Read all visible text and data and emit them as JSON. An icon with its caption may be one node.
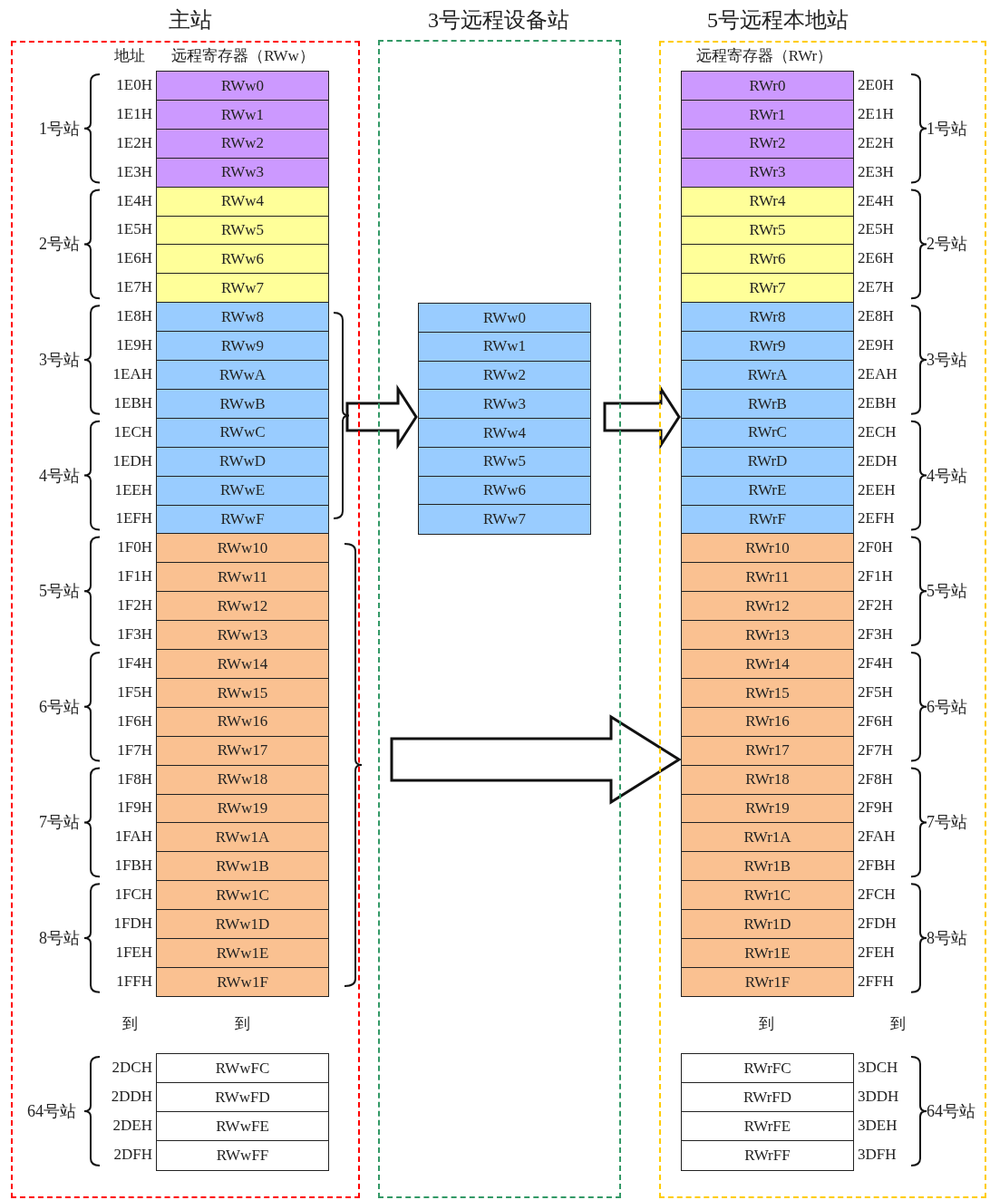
{
  "diagram": {
    "nodes": [
      {
        "text": [
          "主站"
        ]
      },
      {
        "text": [
          "RWw0"
        ],
        "in": 0,
        "beside": [
          "1E0H"
        ]
      },
      {
        "text": [
          "RWw1"
        ],
        "in": 0,
        "beside": [
          "1E1H"
        ]
      },
      {
        "text": [
          "RWw2"
        ],
        "in": 0,
        "beside": [
          "1E2H"
        ]
      },
      {
        "text": [
          "RWw3"
        ],
        "in": 0,
        "beside": [
          "1E3H"
        ]
      },
      {
        "text": [
          "RWw4"
        ],
        "in": 0,
        "beside": [
          "1E4H"
        ]
      },
      {
        "text": [
          "RWw5"
        ],
        "in": 0,
        "beside": [
          "1E5H"
        ]
      },
      {
        "text": [
          "RWw6"
        ],
        "in": 0,
        "beside": [
          "1E6H"
        ]
      },
      {
        "text": [
          "RWw7"
        ],
        "in": 0,
        "beside": [
          "1E7H"
        ]
      },
      {
        "text": [
          "RWw8"
        ],
        "in": 0,
        "beside": [
          "1E8H"
        ]
      },
      {
        "text": [
          "RWw9"
        ],
        "in": 0,
        "beside": [
          "1E9H"
        ]
      },
      {
        "text": [
          "RWwA"
        ],
        "in": 0,
        "beside": [
          "1EAH"
        ]
      },
      {
        "text": [
          "RWwB"
        ],
        "in": 0,
        "beside": [
          "1EBH"
        ]
      },
      {
        "text": [
          "RWwC"
        ],
        "in": 0,
        "beside": [
          "1ECH"
        ]
      },
      {
        "text": [
          "RWwD"
        ],
        "in": 0,
        "beside": [
          "1EDH"
        ]
      },
      {
        "text": [
          "RWwE"
        ],
        "in": 0,
        "beside": [
          "1EEH"
        ]
      },
      {
        "text": [
          "RWwF"
        ],
        "in": 0,
        "beside": [
          "1EFH"
        ]
      },
      {
        "text": [
          "RWw10"
        ],
        "in": 0,
        "beside": [
          "1F0H"
        ]
      },
      {
        "text": [
          "RWw11"
        ],
        "in": 0,
        "beside": [
          "1F1H"
        ]
      },
      {
        "text": [
          "RWw12"
        ],
        "in": 0,
        "beside": [
          "1F2H"
        ]
      },
      {
        "text": [
          "RWw13"
        ],
        "in": 0,
        "beside": [
          "1F3H"
        ]
      },
      {
        "text": [
          "RWw14"
        ],
        "in": 0,
        "beside": [
          "1F4H"
        ]
      },
      {
        "text": [
          "RWw15"
        ],
        "in": 0,
        "beside": [
          "1F5H"
        ]
      },
      {
        "text": [
          "RWw16"
        ],
        "in": 0,
        "beside": [
          "1F6H"
        ]
      },
      {
        "text": [
          "RWw17"
        ],
        "in": 0,
        "beside": [
          "1F7H"
        ]
      },
      {
        "text": [
          "RWw18"
        ],
        "in": 0,
        "beside": [
          "1F8H"
        ]
      },
      {
        "text": [
          "RWw19"
        ],
        "in": 0,
        "beside": [
          "1F9H"
        ]
      },
      {
        "text": [
          "RWw1A"
        ],
        "in": 0,
        "beside": [
          "1FAH"
        ]
      },
      {
        "text": [
          "RWw1B"
        ],
        "in": 0,
        "beside": [
          "1FBH"
        ]
      },
      {
        "text": [
          "RWw1C"
        ],
        "in": 0,
        "beside": [
          "1FCH"
        ]
      },
      {
        "text": [
          "RWw1D"
        ],
        "in": 0,
        "beside": [
          "1FDH"
        ]
      },
      {
        "text": [
          "RWw1E"
        ],
        "in": 0,
        "beside": [
          "1FEH"
        ]
      },
      {
        "text": [
          "RWw1F"
        ],
        "in": 0,
        "beside": [
          "1FFH"
        ]
      },
      {
        "text": [
          "RWwFC"
        ],
        "in": 0,
        "beside": [
          "2DCH"
        ]
      },
      {
        "text": [
          "RWwFD"
        ],
        "in": 0,
        "beside": [
          "2DDH"
        ]
      },
      {
        "text": [
          "RWwFE"
        ],
        "in": 0,
        "beside": [
          "2DEH"
        ]
      },
      {
        "text": [
          "RWwFF"
        ],
        "in": 0,
        "beside": [
          "2DFH"
        ]
      },
      {
        "text": [
          "3号远程设备站"
        ]
      },
      {
        "text": [
          "RWw0"
        ],
        "in": 37
      },
      {
        "text": [
          "RWw1"
        ],
        "in": 37
      },
      {
        "text": [
          "RWw2"
        ],
        "in": 37
      },
      {
        "text": [
          "RWw3"
        ],
        "in": 37
      },
      {
        "text": [
          "RWw4"
        ],
        "in": 37
      },
      {
        "text": [
          "RWw5"
        ],
        "in": 37
      },
      {
        "text": [
          "RWw6"
        ],
        "in": 37
      },
      {
        "text": [
          "RWw7"
        ],
        "in": 37
      },
      {
        "text": [
          "5号远程本地站"
        ]
      },
      {
        "text": [
          "RWr0"
        ],
        "in": 46,
        "beside": [
          "2E0H"
        ]
      },
      {
        "text": [
          "RWr1"
        ],
        "in": 46,
        "beside": [
          "2E1H"
        ]
      },
      {
        "text": [
          "RWr2"
        ],
        "in": 46,
        "beside": [
          "2E2H"
        ]
      },
      {
        "text": [
          "RWr3"
        ],
        "in": 46,
        "beside": [
          "2E3H"
        ]
      },
      {
        "text": [
          "RWr4"
        ],
        "in": 46,
        "beside": [
          "2E4H"
        ]
      },
      {
        "text": [
          "RWr5"
        ],
        "in": 46,
        "beside": [
          "2E5H"
        ]
      },
      {
        "text": [
          "RWr6"
        ],
        "in": 46,
        "beside": [
          "2E6H"
        ]
      },
      {
        "text": [
          "RWr7"
        ],
        "in": 46,
        "beside": [
          "2E7H"
        ]
      },
      {
        "text": [
          "RWr8"
        ],
        "in": 46,
        "beside": [
          "2E8H"
        ]
      },
      {
        "text": [
          "RWr9"
        ],
        "in": 46,
        "beside": [
          "2E9H"
        ]
      },
      {
        "text": [
          "RWrA"
        ],
        "in": 46,
        "beside": [
          "2EAH"
        ]
      },
      {
        "text": [
          "RWrB"
        ],
        "in": 46,
        "beside": [
          "2EBH"
        ]
      },
      {
        "text": [
          "RWrC"
        ],
        "in": 46,
        "beside": [
          "2ECH"
        ]
      },
      {
        "text": [
          "RWrD"
        ],
        "in": 46,
        "beside": [
          "2EDH"
        ]
      },
      {
        "text": [
          "RWrE"
        ],
        "in": 46,
        "beside": [
          "2EEH"
        ]
      },
      {
        "text": [
          "RWrF"
        ],
        "in": 46,
        "beside": [
          "2EFH"
        ]
      },
      {
        "text": [
          "RWr10"
        ],
        "in": 46,
        "beside": [
          "2F0H"
        ]
      },
      {
        "text": [
          "RWr11"
        ],
        "in": 46,
        "beside": [
          "2F1H"
        ]
      },
      {
        "text": [
          "RWr12"
        ],
        "in": 46,
        "beside": [
          "2F2H"
        ]
      },
      {
        "text": [
          "RWr13"
        ],
        "in": 46,
        "beside": [
          "2F3H"
        ]
      },
      {
        "text": [
          "RWr14"
        ],
        "in": 46,
        "beside": [
          "2F4H"
        ]
      },
      {
        "text": [
          "RWr15"
        ],
        "in": 46,
        "beside": [
          "2F5H"
        ]
      },
      {
        "text": [
          "RWr16"
        ],
        "in": 46,
        "beside": [
          "2F6H"
        ]
      },
      {
        "text": [
          "RWr17"
        ],
        "in": 46,
        "beside": [
          "2F7H"
        ]
      },
      {
        "text": [
          "RWr18"
        ],
        "in": 46,
        "beside": [
          "2F8H"
        ]
      },
      {
        "text": [
          "RWr19"
        ],
        "in": 46,
        "beside": [
          "2F9H"
        ]
      },
      {
        "text": [
          "RWr1A"
        ],
        "in": 46,
        "beside": [
          "2FAH"
        ]
      },
      {
        "text": [
          "RWr1B"
        ],
        "in": 46,
        "beside": [
          "2FBH"
        ]
      },
      {
        "text": [
          "RWr1C"
        ],
        "in": 46,
        "beside": [
          "2FCH"
        ]
      },
      {
        "text": [
          "RWr1D"
        ],
        "in": 46,
        "beside": [
          "2FDH"
        ]
      },
      {
        "text": [
          "RWr1E"
        ],
        "in": 46,
        "beside": [
          "2FEH"
        ]
      },
      {
        "text": [
          "RWr1F"
        ],
        "in": 46,
        "beside": [
          "2FFH"
        ]
      },
      {
        "text": [
          "RWrFC"
        ],
        "in": 46,
        "beside": [
          "3DCH"
        ]
      },
      {
        "text": [
          "RWrFD"
        ],
        "in": 46,
        "beside": [
          "3DDH"
        ]
      },
      {
        "text": [
          "RWrFE"
        ],
        "in": 46,
        "beside": [
          "3DEH"
        ]
      },
      {
        "text": [
          "RWrFF"
        ],
        "in": 46,
        "beside": [
          "3DFH"
        ]
      }
    ],
    "edges": [
      {
        "from": 12,
        "to": 41,
        "arrow": "to"
      },
      {
        "from": 41,
        "to": 58,
        "arrow": "to"
      },
      {
        "from": 24,
        "to": 70,
        "arrow": "to"
      }
    ],
    "labels": [
      "地址",
      "远程寄存器（RWw）",
      "远程寄存器（RWr）",
      "1号站",
      "2号站",
      "3号站",
      "4号站",
      "5号站",
      "6号站",
      "7号站",
      "8号站",
      "64号站",
      "1号站",
      "2号站",
      "3号站",
      "4号站",
      "5号站",
      "6号站",
      "7号站",
      "8号站",
      "64号站",
      "到",
      "到",
      "到",
      "到"
    ]
  }
}
